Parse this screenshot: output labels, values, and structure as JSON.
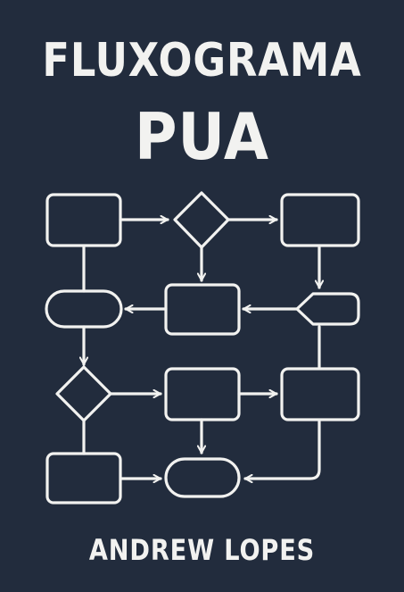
{
  "cover": {
    "title_line_1": "FLUXOGRAMA",
    "title_line_2": "PUA",
    "author": "ANDREW LOPES"
  },
  "colors": {
    "background": "#222c3d",
    "foreground": "#f2f2f0"
  },
  "illustration": {
    "type": "flowchart",
    "nodes": [
      {
        "id": "n1",
        "shape": "rectangle"
      },
      {
        "id": "n2",
        "shape": "diamond"
      },
      {
        "id": "n3",
        "shape": "rectangle"
      },
      {
        "id": "n4",
        "shape": "terminator"
      },
      {
        "id": "n5",
        "shape": "rectangle"
      },
      {
        "id": "n6",
        "shape": "display"
      },
      {
        "id": "n7",
        "shape": "diamond"
      },
      {
        "id": "n8",
        "shape": "rectangle"
      },
      {
        "id": "n9",
        "shape": "rectangle"
      },
      {
        "id": "n10",
        "shape": "rectangle"
      },
      {
        "id": "n11",
        "shape": "terminator"
      }
    ],
    "edges": [
      {
        "from": "n1",
        "to": "n2",
        "arrow": true
      },
      {
        "from": "n2",
        "to": "n3",
        "arrow": true
      },
      {
        "from": "n2",
        "to": "n5",
        "arrow": true
      },
      {
        "from": "n3",
        "to": "n6",
        "arrow": true
      },
      {
        "from": "n6",
        "to": "n5",
        "arrow": true
      },
      {
        "from": "n5",
        "to": "n4",
        "arrow": true
      },
      {
        "from": "n1",
        "to": "n4",
        "arrow": false
      },
      {
        "from": "n4",
        "to": "n7",
        "arrow": true
      },
      {
        "from": "n7",
        "to": "n8",
        "arrow": true
      },
      {
        "from": "n8",
        "to": "n9",
        "arrow": true
      },
      {
        "from": "n6",
        "to": "n9",
        "arrow": false
      },
      {
        "from": "n8",
        "to": "n11",
        "arrow": true
      },
      {
        "from": "n7",
        "to": "n10",
        "arrow": false
      },
      {
        "from": "n10",
        "to": "n11",
        "arrow": true
      },
      {
        "from": "n9",
        "to": "n11",
        "arrow": true
      }
    ]
  }
}
